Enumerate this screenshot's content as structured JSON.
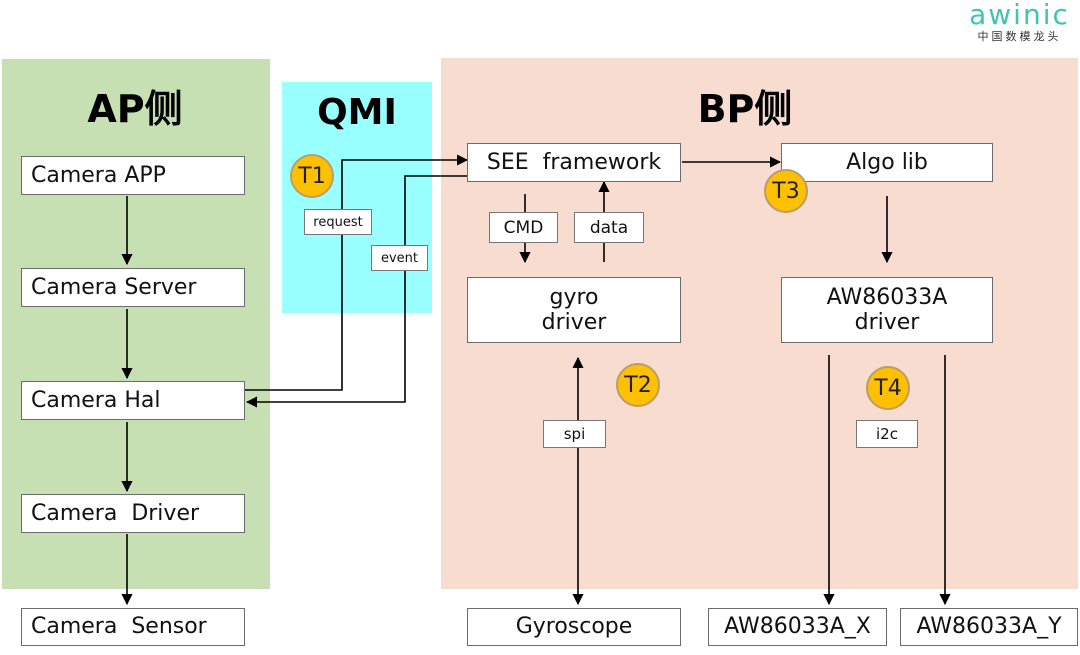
{
  "logo": {
    "brand": "awinic",
    "tagline": "中国数模龙头",
    "color": "#44c2b4"
  },
  "regions": {
    "ap": {
      "title": "AP侧",
      "color": "#c6e0b4"
    },
    "qmi": {
      "title": "QMI",
      "color": "#99ffff"
    },
    "bp": {
      "title": "BP侧",
      "color": "#f9dcd0"
    }
  },
  "nodes": {
    "camera_app": "Camera APP",
    "camera_server": "Camera Server",
    "camera_hal": "Camera Hal",
    "camera_driver": "Camera  Driver",
    "camera_sensor": "Camera  Sensor",
    "see_framework": "SEE  framework",
    "algo_lib": "Algo lib",
    "gyro_driver": "gyro\ndriver",
    "aw_driver": "AW86033A\ndriver",
    "gyroscope": "Gyroscope",
    "aw_x": "AW86033A_X",
    "aw_y": "AW86033A_Y"
  },
  "edge_labels": {
    "request": "request",
    "event": "event",
    "cmd": "CMD",
    "data": "data",
    "spi": "spi",
    "i2c": "i2c"
  },
  "badges": {
    "t1": "T1",
    "t2": "T2",
    "t3": "T3",
    "t4": "T4",
    "color": "#ffc000"
  }
}
